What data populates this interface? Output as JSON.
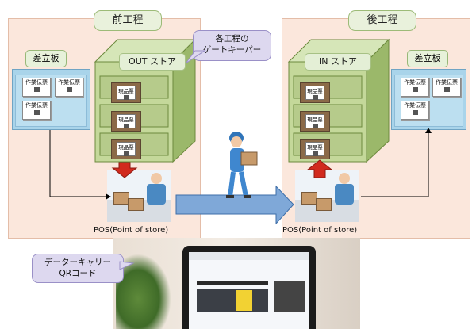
{
  "front_process": {
    "title": "前工程"
  },
  "back_process": {
    "title": "後工程"
  },
  "callout_gate": {
    "text": "各工程の\nゲートキーパー"
  },
  "callout_carrier": {
    "text": "データーキャリー\nQRコード"
  },
  "out_store": {
    "title": "OUT ストア"
  },
  "in_store": {
    "title": "IN ストア"
  },
  "left_board": {
    "title": "差立板",
    "cards": [
      "作業伝票",
      "作業伝票",
      "作業伝票"
    ]
  },
  "right_board": {
    "title": "差立板",
    "cards": [
      "作業伝票",
      "作業伝票",
      "作業伝票"
    ]
  },
  "shelf_label": "現品票",
  "pos_left": {
    "label": "POS(Point of store)"
  },
  "pos_right": {
    "label": "POS(Point of store)"
  },
  "colors": {
    "process_bg": "#fbe7dc",
    "store_green": "#c4d89a",
    "arrow_blue": "#7fa8d8",
    "arrow_red": "#d12a1e",
    "board_blue": "#a9d4ea",
    "callout_purple": "#ddd8ef"
  }
}
